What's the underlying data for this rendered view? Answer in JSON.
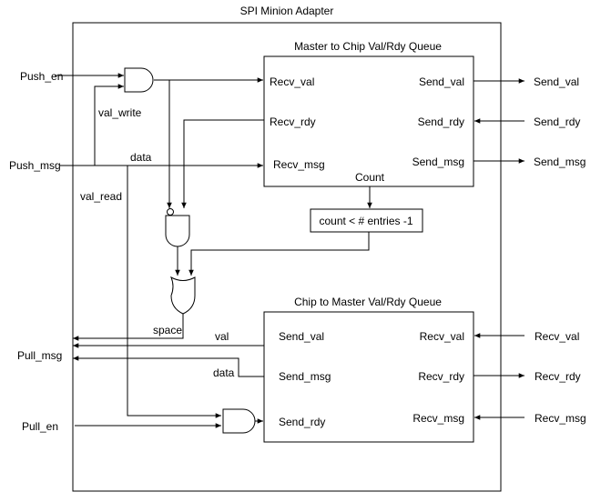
{
  "title": "SPI Minion Adapter",
  "left_ports": {
    "push_en": "Push_en",
    "push_msg": "Push_msg",
    "pull_msg": "Pull_msg",
    "pull_en": "Pull_en"
  },
  "right_ports": {
    "send_val": "Send_val",
    "send_rdy": "Send_rdy",
    "send_msg": "Send_msg",
    "recv_val": "Recv_val",
    "recv_rdy": "Recv_rdy",
    "recv_msg": "Recv_msg"
  },
  "m2c_queue": {
    "title": "Master to Chip Val/Rdy Queue",
    "recv_val": "Recv_val",
    "recv_rdy": "Recv_rdy",
    "recv_msg": "Recv_msg",
    "send_val": "Send_val",
    "send_rdy": "Send_rdy",
    "send_msg": "Send_msg",
    "count": "Count"
  },
  "c2m_queue": {
    "title": "Chip to Master Val/Rdy Queue",
    "send_val": "Send_val",
    "send_msg": "Send_msg",
    "send_rdy": "Send_rdy",
    "recv_val": "Recv_val",
    "recv_rdy": "Recv_rdy",
    "recv_msg": "Recv_msg"
  },
  "comparator": "count < # entries -1",
  "wire_labels": {
    "val_write": "val_write",
    "data_top": "data",
    "val_read": "val_read",
    "space": "space",
    "val": "val",
    "data_bottom": "data"
  }
}
